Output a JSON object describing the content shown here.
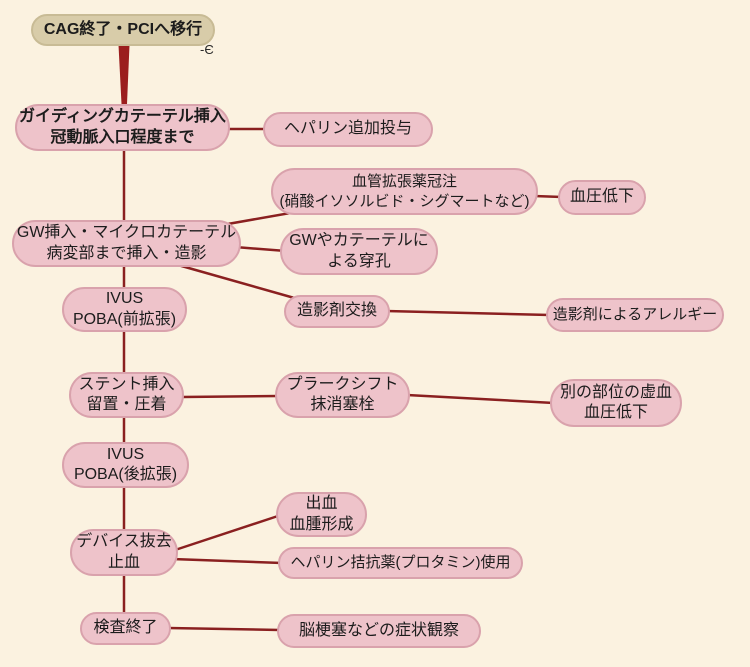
{
  "diagram": {
    "background": "#fbf2e0",
    "colors": {
      "node_fill": "#eec3ca",
      "node_border": "#d9a2ac",
      "start_fill": "#d8cca9",
      "start_border": "#c8bb95",
      "edge": "#8a2020",
      "arrow": "#9b1e1e",
      "text": "#1c1c1c"
    },
    "stray_mark": "-Є",
    "nodes": {
      "start": {
        "label": "CAG終了・PCIへ移行"
      },
      "guiding": {
        "label": "ガイディングカテーテル挿入\n冠動脈入口程度まで"
      },
      "heparin_add": {
        "label": "ヘパリン追加投与"
      },
      "vasodilator": {
        "label": "血管拡張薬冠注\n(硝酸イソソルビド・シグマートなど)"
      },
      "hypotension": {
        "label": "血圧低下"
      },
      "gw_insert": {
        "label": "GW挿入・マイクロカテーテル\n病変部まで挿入・造影"
      },
      "perforation": {
        "label": "GWやカテーテルに\nよる穿孔"
      },
      "ivus_pre": {
        "label": "IVUS\nPOBA(前拡張)"
      },
      "contrast_exchange": {
        "label": "造影剤交換"
      },
      "contrast_allergy": {
        "label": "造影剤によるアレルギー"
      },
      "stent": {
        "label": "ステント挿入\n留置・圧着"
      },
      "plaque_shift": {
        "label": "プラークシフト\n抹消塞栓"
      },
      "other_ischemia": {
        "label": "別の部位の虚血\n血圧低下"
      },
      "ivus_post": {
        "label": "IVUS\nPOBA(後拡張)"
      },
      "bleeding": {
        "label": "出血\n血腫形成"
      },
      "device_removal": {
        "label": "デバイス抜去\n止血"
      },
      "protamine": {
        "label": "ヘパリン拮抗薬(プロタミン)使用"
      },
      "exam_end": {
        "label": "検査終了"
      },
      "stroke_obs": {
        "label": "脳梗塞などの症状観察"
      }
    },
    "edges": [
      {
        "from": "start",
        "to": "guiding",
        "style": "thick-tapered-arrow"
      },
      {
        "from": "guiding",
        "to": "heparin_add"
      },
      {
        "from": "guiding",
        "to": "gw_insert"
      },
      {
        "from": "gw_insert",
        "to": "vasodilator"
      },
      {
        "from": "vasodilator",
        "to": "hypotension"
      },
      {
        "from": "gw_insert",
        "to": "perforation"
      },
      {
        "from": "gw_insert",
        "to": "contrast_exchange"
      },
      {
        "from": "contrast_exchange",
        "to": "contrast_allergy"
      },
      {
        "from": "gw_insert",
        "to": "ivus_pre"
      },
      {
        "from": "ivus_pre",
        "to": "stent"
      },
      {
        "from": "stent",
        "to": "plaque_shift"
      },
      {
        "from": "plaque_shift",
        "to": "other_ischemia"
      },
      {
        "from": "stent",
        "to": "ivus_post"
      },
      {
        "from": "ivus_post",
        "to": "device_removal"
      },
      {
        "from": "device_removal",
        "to": "bleeding"
      },
      {
        "from": "device_removal",
        "to": "protamine"
      },
      {
        "from": "device_removal",
        "to": "exam_end"
      },
      {
        "from": "exam_end",
        "to": "stroke_obs"
      }
    ]
  }
}
